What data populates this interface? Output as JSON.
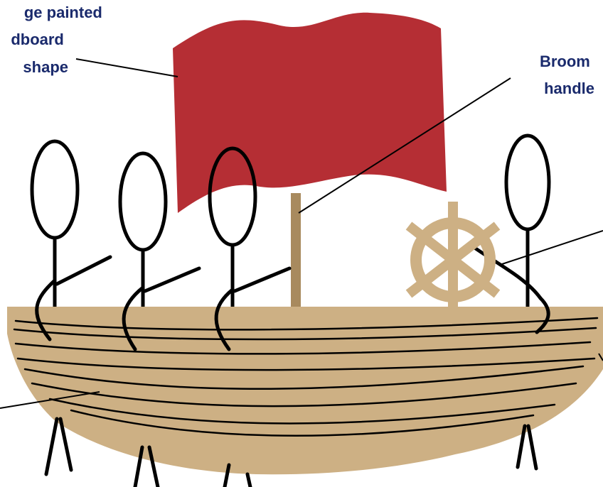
{
  "labels": {
    "sail": [
      "ge painted",
      "dboard",
      "shape"
    ],
    "mast": [
      "Broom",
      "handle"
    ]
  },
  "colors": {
    "sail": "#b52e34",
    "boat": "#cdb084",
    "mast": "#a88a5e",
    "wheel": "#cdb084",
    "label_text": "#1a2a6c",
    "ink": "#000000"
  }
}
